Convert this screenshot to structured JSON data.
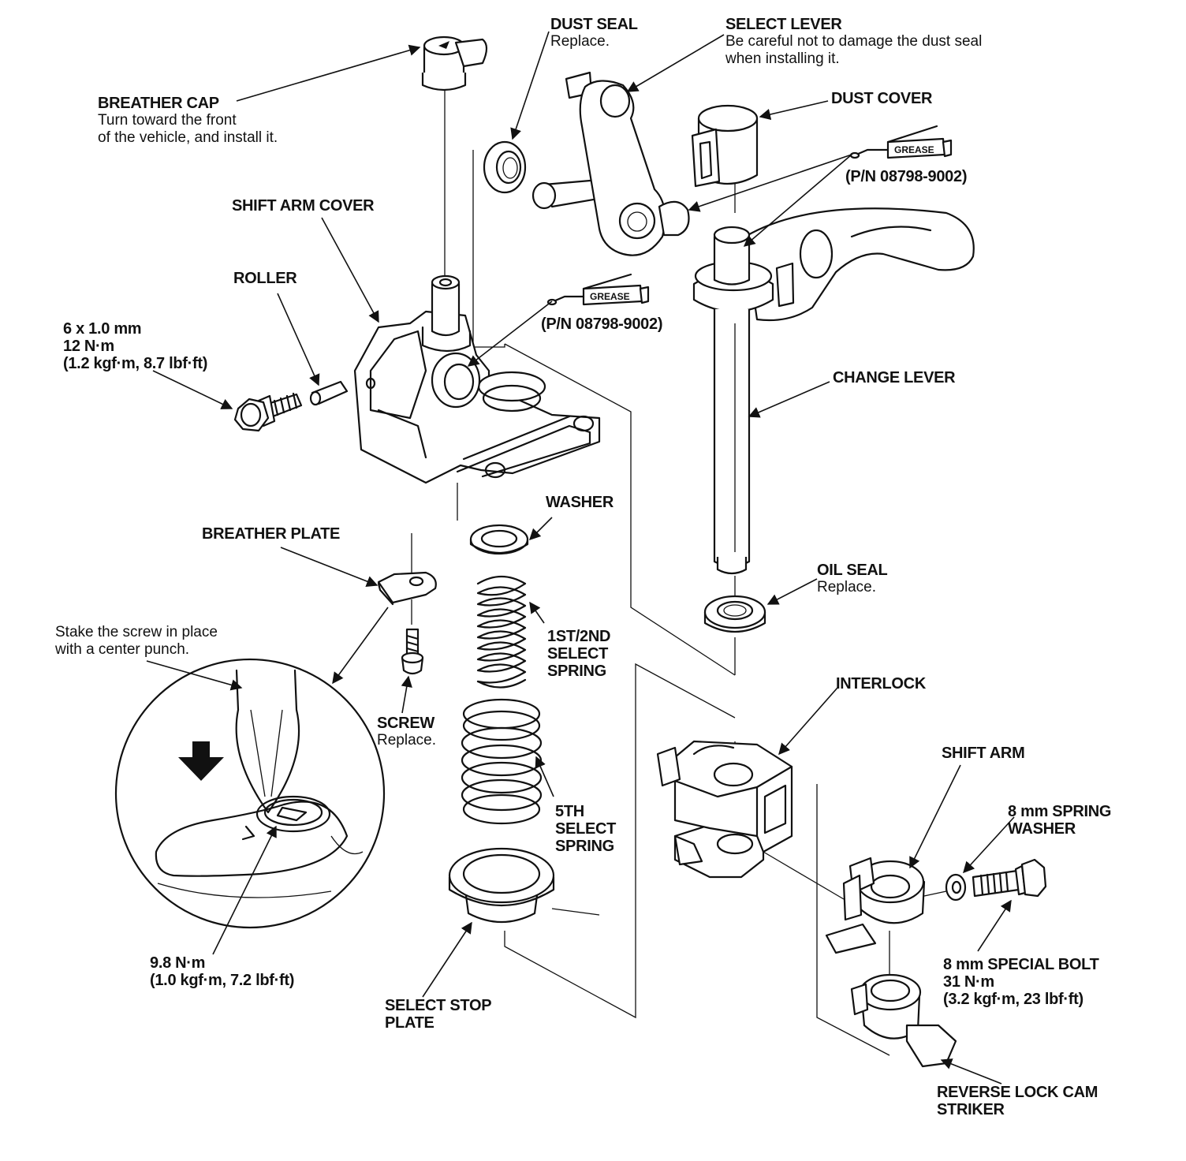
{
  "colors": {
    "ink": "#111111",
    "paper": "#ffffff"
  },
  "labels": {
    "breather_cap": {
      "title": "BREATHER CAP",
      "note_1": "Turn toward the front",
      "note_2": "of the vehicle, and install it."
    },
    "dust_seal": {
      "title": "DUST SEAL",
      "note": "Replace."
    },
    "select_lever": {
      "title": "SELECT LEVER",
      "note_1": "Be careful not to damage the dust seal",
      "note_2": "when installing it."
    },
    "dust_cover": {
      "title": "DUST COVER"
    },
    "grease_pn_top": {
      "title": "(P/N 08798-9002)"
    },
    "shift_arm_cover": {
      "title": "SHIFT ARM COVER"
    },
    "roller": {
      "title": "ROLLER"
    },
    "bolt_6mm": {
      "line_1": "6 x 1.0 mm",
      "line_2": "12 N·m",
      "line_3": "(1.2 kgf·m, 8.7 lbf·ft)"
    },
    "grease_pn_mid": {
      "title": "(P/N 08798-9002)"
    },
    "change_lever": {
      "title": "CHANGE LEVER"
    },
    "washer": {
      "title": "WASHER"
    },
    "breather_plate": {
      "title": "BREATHER PLATE"
    },
    "oil_seal": {
      "title": "OIL SEAL",
      "note": "Replace."
    },
    "stake_note": {
      "line_1": "Stake the screw in place",
      "line_2": "with a center punch."
    },
    "select_spring_12": {
      "line_1": "1ST/2ND",
      "line_2": "SELECT",
      "line_3": "SPRING"
    },
    "interlock": {
      "title": "INTERLOCK"
    },
    "screw": {
      "title": "SCREW",
      "note": "Replace."
    },
    "shift_arm": {
      "title": "SHIFT ARM"
    },
    "spring_washer": {
      "line_1": "8 mm SPRING",
      "line_2": "WASHER"
    },
    "select_spring_5": {
      "line_1": "5TH",
      "line_2": "SELECT",
      "line_3": "SPRING"
    },
    "screw_torque": {
      "line_1": "9.8 N·m",
      "line_2": "(1.0 kgf·m, 7.2 lbf·ft)"
    },
    "special_bolt": {
      "line_1": "8 mm SPECIAL BOLT",
      "line_2": "31 N·m",
      "line_3": "(3.2 kgf·m, 23 lbf·ft)"
    },
    "select_stop_plate": {
      "line_1": "SELECT STOP",
      "line_2": "PLATE"
    },
    "reverse_lock_cam": {
      "line_1": "REVERSE LOCK CAM",
      "line_2": "STRIKER"
    }
  },
  "grease_tubes": {
    "label": "GREASE"
  }
}
